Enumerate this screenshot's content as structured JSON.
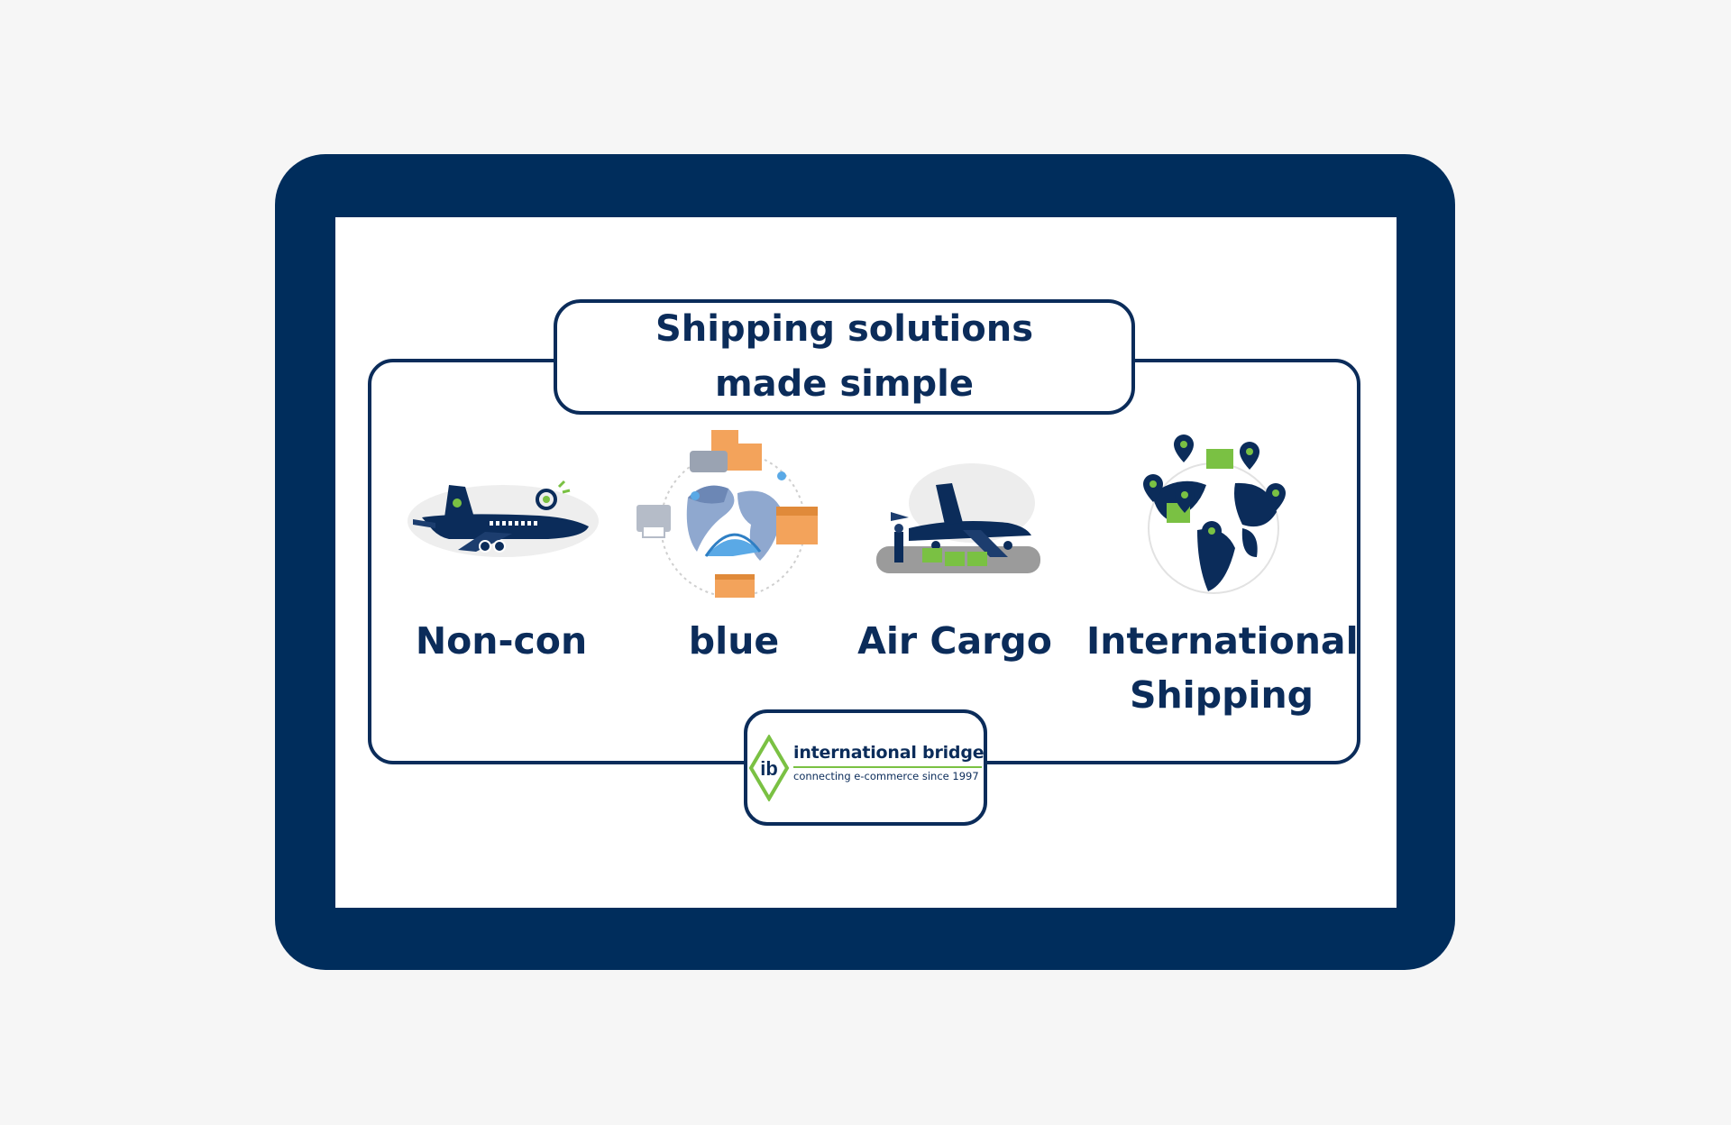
{
  "title": {
    "line1": "Shipping solutions",
    "line2": "made simple"
  },
  "services": [
    {
      "label": "Non-con",
      "icon": "airplane-icon"
    },
    {
      "label": "blue",
      "icon": "globe-packages-icon"
    },
    {
      "label": "Air Cargo",
      "icon": "cargo-plane-icon"
    },
    {
      "label_line1": "International",
      "label_line2": "Shipping",
      "icon": "world-map-pins-icon"
    }
  ],
  "logo": {
    "mark": "ib",
    "name": "international bridge",
    "tagline": "connecting e-commerce since 1997"
  },
  "colors": {
    "navy": "#002d5c",
    "accent_green": "#7ac143",
    "box_orange": "#f3a35b",
    "light_blue": "#8fa8cf",
    "background": "#f6f6f6"
  }
}
